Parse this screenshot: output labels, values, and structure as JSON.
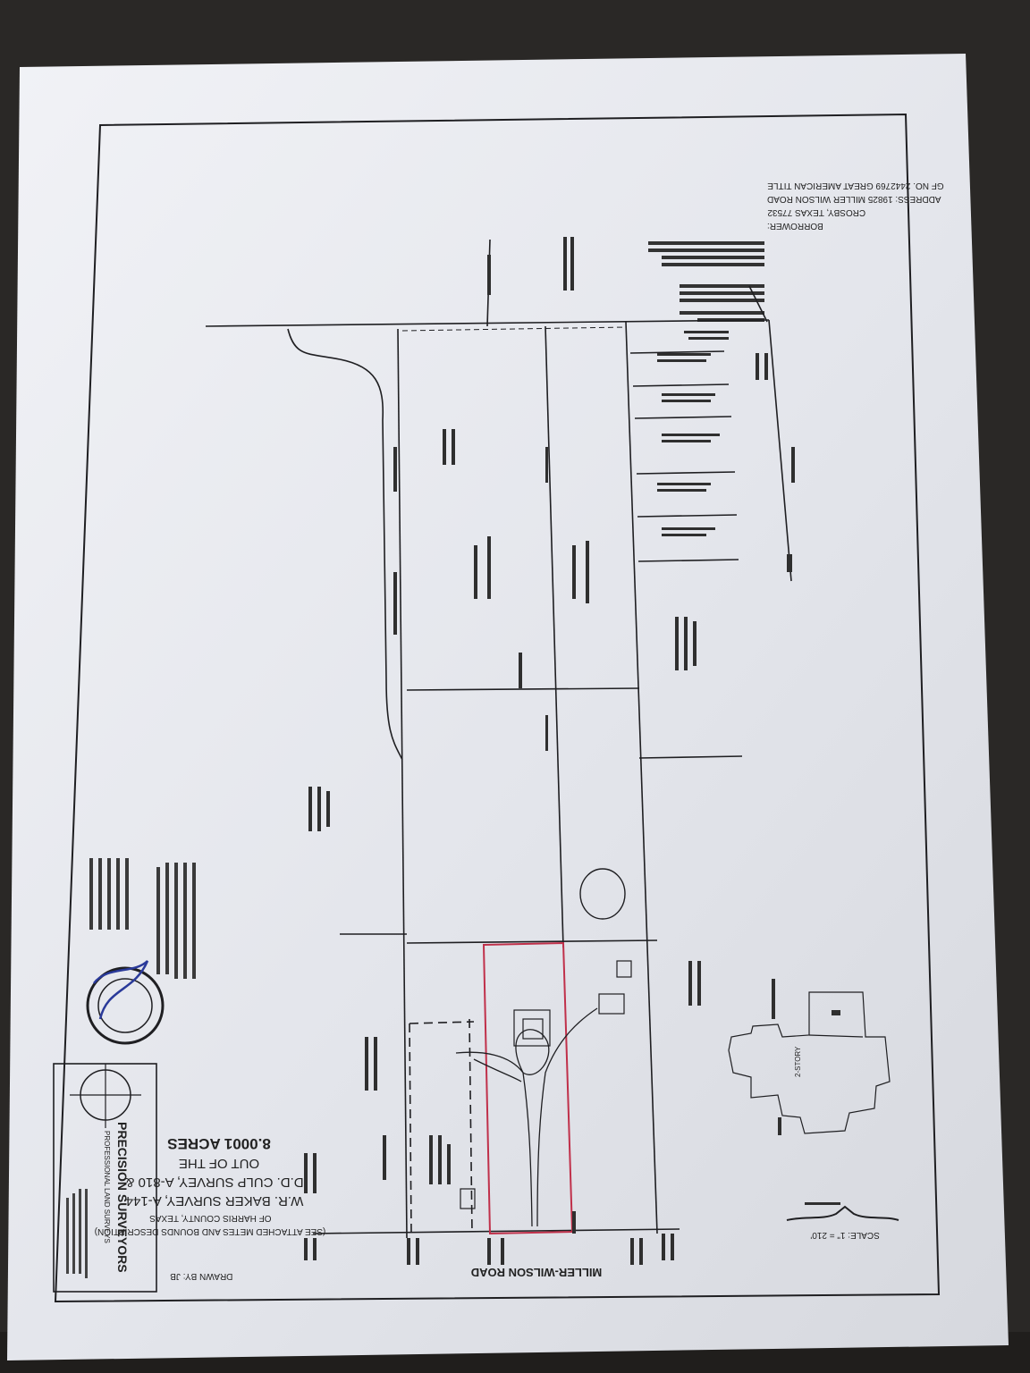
{
  "title_block": {
    "acreage": "8.0001 ACRES",
    "out_of": "OUT OF THE",
    "survey_1": "D.D. CULP SURVEY, A-810 &",
    "survey_2": "W.R. BAKER SURVEY, A-144",
    "county": "OF HARRIS COUNTY, TEXAS",
    "note": "(SEE ATTACHED METES AND BOUNDS DESCRIPTION)"
  },
  "road": {
    "name": "MILLER-WILSON ROAD"
  },
  "scale": "SCALE: 1\" = 210'",
  "drawn_by": "DRAWN BY: JB",
  "company": {
    "name": "PRECISION SURVEYORS",
    "subtitle": "PROFESSIONAL LAND SURVEYS"
  },
  "header_notes": {
    "line1": "GF NO. 2442769 GREAT AMERICAN TITLE",
    "line2": "ADDRESS: 19825 MILLER WILSON ROAD",
    "line3": "CROSBY, TEXAS 77532",
    "line4": "BORROWER:"
  },
  "colors": {
    "paper": "#e4e6ec",
    "ink": "#1f1f22",
    "highlight": "#c0304a",
    "background": "#2a2826"
  }
}
